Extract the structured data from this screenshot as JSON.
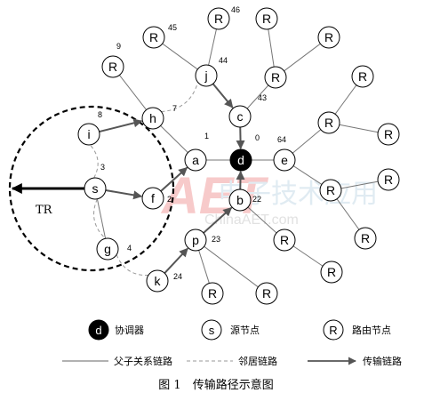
{
  "nodes": [
    {
      "id": "d",
      "label": "d",
      "number": "0",
      "kind": "coordinator"
    },
    {
      "id": "a",
      "label": "a",
      "number": "1",
      "kind": "normal"
    },
    {
      "id": "b",
      "label": "b",
      "number": "22",
      "kind": "normal"
    },
    {
      "id": "c",
      "label": "c",
      "number": "43",
      "kind": "normal"
    },
    {
      "id": "e",
      "label": "e",
      "number": "64",
      "kind": "normal"
    },
    {
      "id": "f",
      "label": "f",
      "number": "2",
      "kind": "normal"
    },
    {
      "id": "s",
      "label": "s",
      "number": "3",
      "kind": "source"
    },
    {
      "id": "g",
      "label": "g",
      "number": "4",
      "kind": "normal"
    },
    {
      "id": "h",
      "label": "h",
      "number": "7",
      "kind": "normal"
    },
    {
      "id": "i",
      "label": "i",
      "number": "8",
      "kind": "normal"
    },
    {
      "id": "j",
      "label": "j",
      "number": "44",
      "kind": "normal"
    },
    {
      "id": "p",
      "label": "p",
      "number": "23",
      "kind": "normal"
    },
    {
      "id": "k",
      "label": "k",
      "number": "24",
      "kind": "normal"
    },
    {
      "id": "r9",
      "label": "R",
      "number": "9",
      "kind": "router"
    },
    {
      "id": "r45",
      "label": "R",
      "number": "45",
      "kind": "router"
    },
    {
      "id": "r46",
      "label": "R",
      "number": "46",
      "kind": "router"
    },
    {
      "id": "rt1",
      "label": "R",
      "number": "",
      "kind": "router"
    },
    {
      "id": "rt2",
      "label": "R",
      "number": "",
      "kind": "router"
    },
    {
      "id": "rc1",
      "label": "R",
      "number": "",
      "kind": "router"
    },
    {
      "id": "re1",
      "label": "R",
      "number": "",
      "kind": "router"
    },
    {
      "id": "re2",
      "label": "R",
      "number": "",
      "kind": "router"
    },
    {
      "id": "re3",
      "label": "R",
      "number": "",
      "kind": "router"
    },
    {
      "id": "re4",
      "label": "R",
      "number": "",
      "kind": "router"
    },
    {
      "id": "re5",
      "label": "R",
      "number": "",
      "kind": "router"
    },
    {
      "id": "re6",
      "label": "R",
      "number": "",
      "kind": "router"
    },
    {
      "id": "rb1",
      "label": "R",
      "number": "",
      "kind": "router"
    },
    {
      "id": "rb2",
      "label": "R",
      "number": "",
      "kind": "router"
    },
    {
      "id": "rp1",
      "label": "R",
      "number": "",
      "kind": "router"
    },
    {
      "id": "rp2",
      "label": "R",
      "number": "",
      "kind": "router"
    }
  ],
  "edges": [
    {
      "from": "a",
      "to": "d",
      "type": "parent"
    },
    {
      "from": "a",
      "to": "h",
      "type": "parent"
    },
    {
      "from": "a",
      "to": "f",
      "type": "parent"
    },
    {
      "from": "h",
      "to": "r9",
      "type": "parent"
    },
    {
      "from": "c",
      "to": "j",
      "type": "parent"
    },
    {
      "from": "c",
      "to": "rc1",
      "type": "parent"
    },
    {
      "from": "j",
      "to": "r45",
      "type": "parent"
    },
    {
      "from": "j",
      "to": "r46",
      "type": "parent"
    },
    {
      "from": "rc1",
      "to": "rt1",
      "type": "parent"
    },
    {
      "from": "rc1",
      "to": "rt2",
      "type": "parent"
    },
    {
      "from": "d",
      "to": "e",
      "type": "parent"
    },
    {
      "from": "e",
      "to": "re1",
      "type": "parent"
    },
    {
      "from": "e",
      "to": "re2",
      "type": "parent"
    },
    {
      "from": "re1",
      "to": "re3",
      "type": "parent"
    },
    {
      "from": "re1",
      "to": "re4",
      "type": "parent"
    },
    {
      "from": "re2",
      "to": "re5",
      "type": "parent"
    },
    {
      "from": "re2",
      "to": "re6",
      "type": "parent"
    },
    {
      "from": "b",
      "to": "rb1",
      "type": "parent"
    },
    {
      "from": "rb1",
      "to": "rb2",
      "type": "parent"
    },
    {
      "from": "p",
      "to": "rp1",
      "type": "parent"
    },
    {
      "from": "p",
      "to": "rp2",
      "type": "parent"
    },
    {
      "from": "b",
      "to": "p",
      "type": "parent"
    },
    {
      "from": "s",
      "to": "g",
      "type": "parent"
    },
    {
      "from": "h",
      "to": "j",
      "type": "neighbor"
    },
    {
      "from": "s",
      "to": "i",
      "type": "neighbor"
    },
    {
      "from": "s",
      "to": "g",
      "type": "neighbor"
    },
    {
      "from": "g",
      "to": "k",
      "type": "neighbor"
    },
    {
      "from": "s",
      "to": "f",
      "type": "transmit"
    },
    {
      "from": "f",
      "to": "a",
      "type": "transmit"
    },
    {
      "from": "i",
      "to": "h",
      "type": "transmit"
    },
    {
      "from": "j",
      "to": "c",
      "type": "transmit"
    },
    {
      "from": "c",
      "to": "d",
      "type": "transmit"
    },
    {
      "from": "b",
      "to": "d",
      "type": "transmit"
    },
    {
      "from": "p",
      "to": "b",
      "type": "transmit"
    },
    {
      "from": "k",
      "to": "p",
      "type": "transmit"
    }
  ],
  "range_label": "TR",
  "legend": {
    "coordinator_symbol": "d",
    "coordinator_label": "协调器",
    "source_symbol": "s",
    "source_label": "源节点",
    "router_symbol": "R",
    "router_label": "路由节点",
    "parent_link_label": "父子关系链路",
    "neighbor_link_label": "邻居链路",
    "transmit_link_label": "传输链路"
  },
  "watermark": "ChinaAET.com",
  "caption": "图 1　传输路径示意图"
}
